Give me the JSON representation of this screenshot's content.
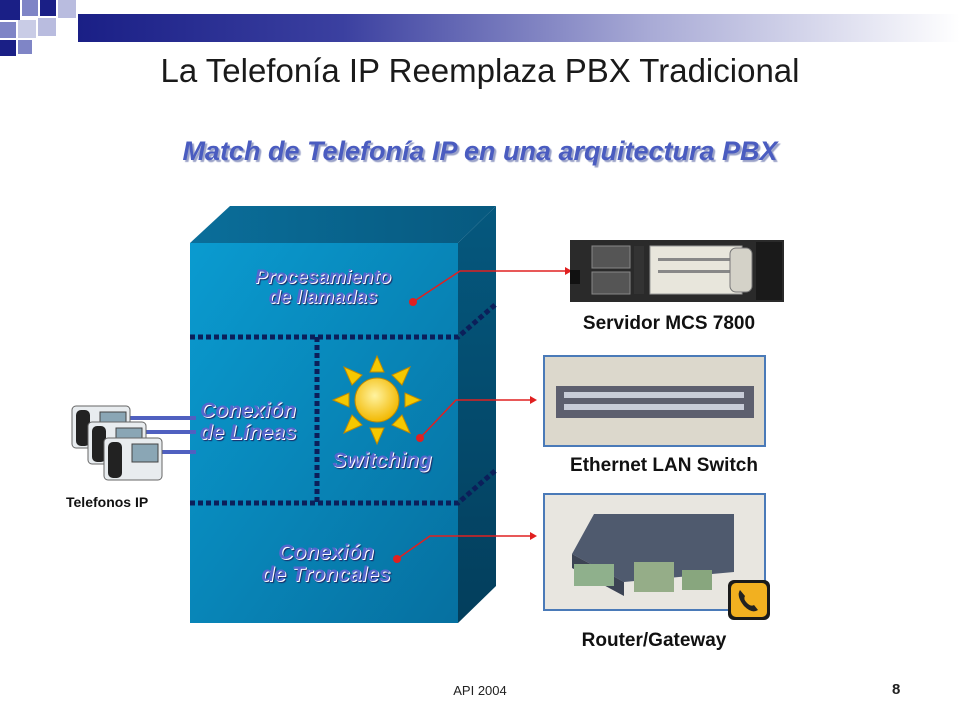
{
  "slide": {
    "title": "La Telefonía IP Reemplaza PBX Tradicional",
    "subtitle": "Match de Telefonía IP en una arquitectura PBX",
    "footer": "API 2004",
    "page_number": "8"
  },
  "cabinet": {
    "call_processing": [
      "Procesamiento",
      "de llamadas"
    ],
    "line_connection": [
      "Conexión",
      "de Líneas"
    ],
    "switching": "Switching",
    "trunk_connection": [
      "Conexión",
      "de Troncales"
    ]
  },
  "phones": {
    "label": "Telefonos IP"
  },
  "devices": {
    "server": "Servidor MCS 7800",
    "switch": "Ethernet LAN Switch",
    "router": "Router/Gateway"
  },
  "colors": {
    "cabinet": "#0a86b8",
    "connector": "#e02020",
    "header_bar": "#1a1f86"
  }
}
